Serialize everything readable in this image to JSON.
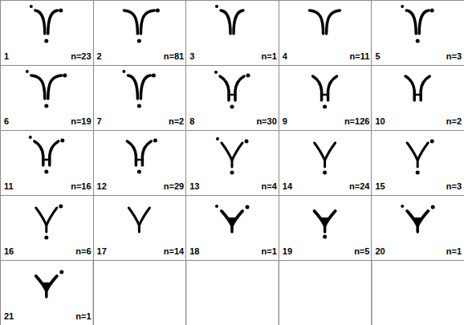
{
  "diagram": {
    "nodes": [
      {
        "text": [
          "1",
          "n=23"
        ]
      },
      {
        "text": [
          "2",
          "n=81"
        ]
      },
      {
        "text": [
          "3",
          "n=1"
        ]
      },
      {
        "text": [
          "4",
          "n=11"
        ]
      },
      {
        "text": [
          "5",
          "n=3"
        ]
      },
      {
        "text": [
          "6",
          "n=19"
        ]
      },
      {
        "text": [
          "7",
          "n=2"
        ]
      },
      {
        "text": [
          "8",
          "n=30"
        ]
      },
      {
        "text": [
          "9",
          "n=126"
        ]
      },
      {
        "text": [
          "10",
          "n=2"
        ]
      },
      {
        "text": [
          "11",
          "n=16"
        ]
      },
      {
        "text": [
          "12",
          "n=29"
        ]
      },
      {
        "text": [
          "13",
          "n=4"
        ]
      },
      {
        "text": [
          "14",
          "n=24"
        ]
      },
      {
        "text": [
          "15",
          "n=3"
        ]
      },
      {
        "text": [
          "16",
          "n=6"
        ]
      },
      {
        "text": [
          "17",
          "n=14"
        ]
      },
      {
        "text": [
          "18",
          "n=1"
        ]
      },
      {
        "text": [
          "19",
          "n=5"
        ]
      },
      {
        "text": [
          "20",
          "n=1"
        ]
      },
      {
        "text": [
          "21",
          "n=1"
        ]
      }
    ]
  }
}
